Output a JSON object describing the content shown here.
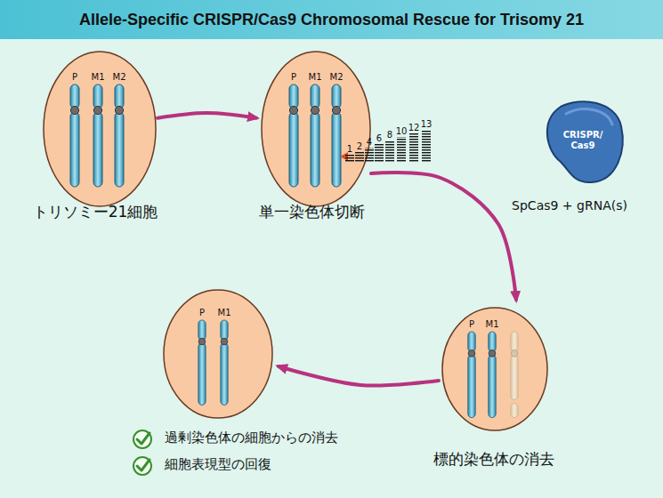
{
  "diagram": {
    "title": "Allele-Specific CRISPR/Cas9 Chromosomal Rescue for Trisomy 21",
    "nodes": [
      {
        "text": [
          "P",
          "M1",
          "M2",
          "トリソミー21細胞"
        ]
      },
      {
        "text": [
          "P",
          "M1",
          "M2",
          "単一染色体切断"
        ]
      },
      {
        "text": [
          "CRISPR/ Cas9",
          "SpCas9 + gRNA(s)"
        ]
      },
      {
        "text": [
          "P",
          "M1",
          "過剰染色体の細胞からの消去",
          "細胞表現型の回復"
        ]
      },
      {
        "text": [
          "P",
          "M1",
          "標的染色体の消去"
        ]
      }
    ],
    "edges": [
      {
        "from": 0,
        "to": 1,
        "arrow": "to"
      },
      {
        "from": 1,
        "to": 4,
        "arrow": "to"
      },
      {
        "from": 4,
        "to": 3,
        "arrow": "to"
      }
    ],
    "labels": [
      "1",
      "2",
      "4",
      "6",
      "8",
      "10",
      "12",
      "13"
    ]
  }
}
